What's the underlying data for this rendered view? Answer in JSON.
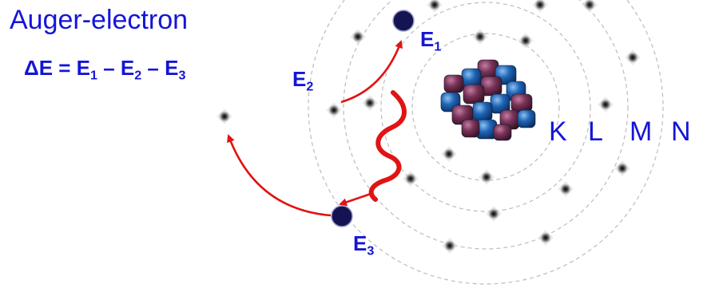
{
  "title": "Auger-electron",
  "formula": {
    "lhs": "ΔE = E",
    "s1": "1",
    "m1": " – E",
    "s2": "2",
    "m2": " – E",
    "s3": "3"
  },
  "energy_labels": {
    "e1": {
      "base": "E",
      "sub": "1"
    },
    "e2": {
      "base": "E",
      "sub": "2"
    },
    "e3": {
      "base": "E",
      "sub": "3"
    }
  },
  "shells": [
    "K",
    "L",
    "M",
    "N"
  ],
  "colors": {
    "text": "#1515d6",
    "arrow": "#e01414",
    "photon": "#e01414",
    "electron_filled": "#141452",
    "orbit": "#bcbcbc",
    "nucleus_proton": "#1a5fb0",
    "nucleus_neutron": "#7a3358"
  },
  "icons": [
    "nucleus-icon",
    "electron-icon",
    "vacancy-icon",
    "photon-wave-icon"
  ]
}
